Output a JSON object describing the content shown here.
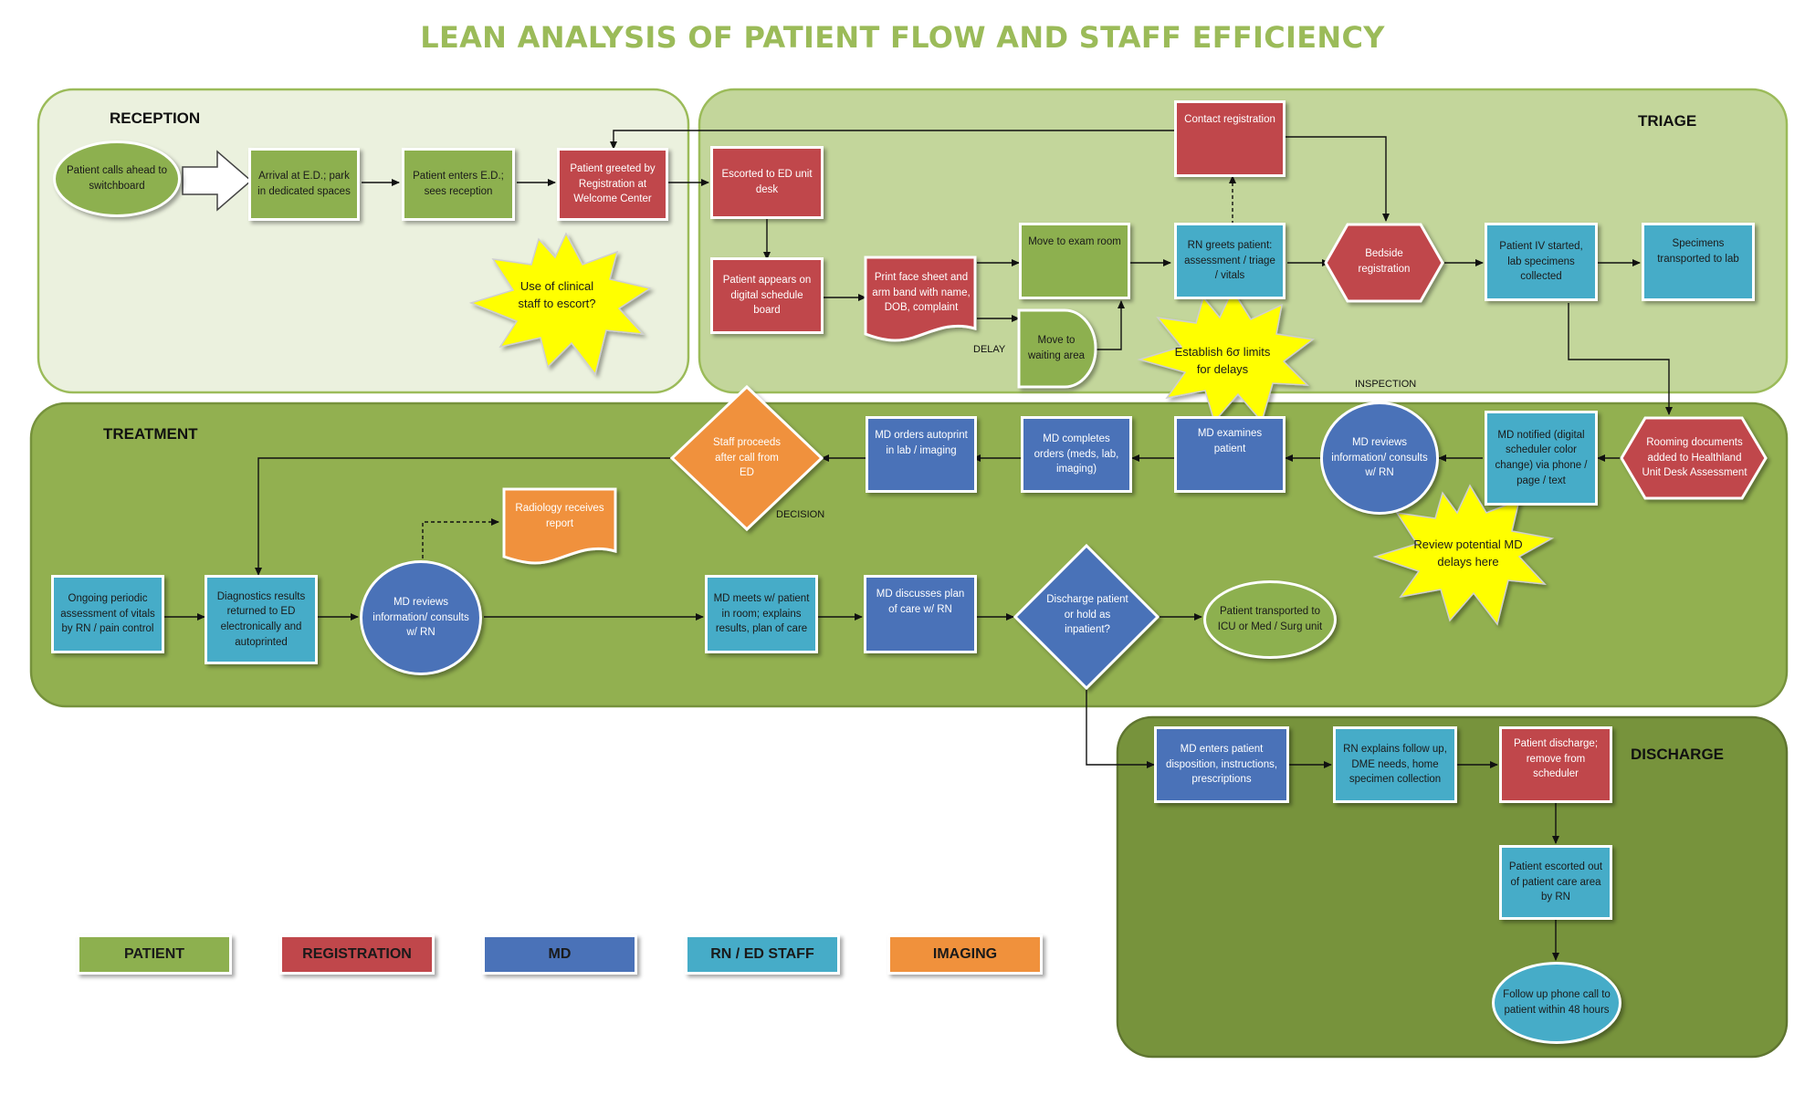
{
  "title": "LEAN ANALYSIS OF PATIENT FLOW AND STAFF EFFICIENCY",
  "colors": {
    "patient": "#8db04f",
    "registration": "#c0474b",
    "md": "#4a72b8",
    "rn_staff": "#46acc8",
    "imaging": "#f0913c",
    "burst": "#ffff00",
    "title": "#9bbb59"
  },
  "zones": {
    "reception": "RECEPTION",
    "triage": "TRIAGE",
    "treatment": "TREATMENT",
    "discharge": "DISCHARGE"
  },
  "nodes": {
    "n1": "Patient calls ahead to switchboard",
    "n2": "Arrival at E.D.; park in dedicated spaces",
    "n3": "Patient enters E.D.; sees reception",
    "n4": "Patient greeted by Registration at Welcome Center",
    "n5": "Escorted to ED unit desk",
    "n6": "Patient appears on digital schedule board",
    "n7": "Print face sheet and arm band with name, DOB, complaint",
    "n8": "Move to exam room",
    "n9": "Move to waiting area",
    "n10": "Contact registration",
    "n11": "RN greets patient: assessment / triage / vitals",
    "n12": "Bedside registration",
    "n13": "Patient IV started, lab specimens collected",
    "n14": "Specimens transported to lab",
    "n15": "Rooming documents added to Healthland Unit Desk Assessment",
    "n16": "MD notified (digital scheduler color change) via phone / page / text",
    "n17": "MD reviews information/ consults w/ RN",
    "n18": "MD examines patient",
    "n19": "MD completes orders (meds, lab, imaging)",
    "n20": "MD orders autoprint in lab / imaging",
    "n21": "Staff proceeds after call from ED",
    "n22": "Radiology receives report",
    "n23": "Ongoing periodic assessment of vitals by RN / pain control",
    "n24": "Diagnostics results returned to ED electronically and autoprinted",
    "n25": "MD reviews information/ consults w/ RN",
    "n26": "MD meets w/ patient in room; explains results, plan of care",
    "n27": "MD discusses plan of care w/ RN",
    "n28": "Discharge patient or hold as inpatient?",
    "n29": "Patient transported to ICU or Med / Surg unit",
    "n30": "MD enters patient disposition, instructions, prescriptions",
    "n31": "RN explains follow up, DME needs, home specimen collection",
    "n32": "Patient discharge; remove from scheduler",
    "n33": "Patient escorted out of patient care area by RN",
    "n34": "Follow up phone call to patient within 48 hours"
  },
  "bursts": {
    "b1": "Use of clinical staff to escort?",
    "b2": "Establish 6σ limits for delays",
    "b3": "Review potential MD delays here"
  },
  "labels": {
    "delay": "DELAY",
    "inspection": "INSPECTION",
    "decision": "DECISION"
  },
  "legend": {
    "patient": "PATIENT",
    "registration": "REGISTRATION",
    "md": "MD",
    "rn_staff": "RN / ED STAFF",
    "imaging": "IMAGING"
  }
}
